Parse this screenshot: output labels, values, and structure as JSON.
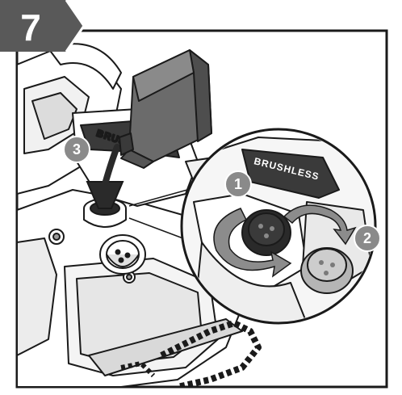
{
  "step": {
    "number": "7",
    "badge_color": "#595959"
  },
  "callouts": [
    {
      "id": "1",
      "label": "1",
      "meaning": "rotate-cap-counterclockwise"
    },
    {
      "id": "2",
      "label": "2",
      "meaning": "remove-cap"
    },
    {
      "id": "3",
      "label": "3",
      "meaning": "pour-oil"
    }
  ],
  "colors": {
    "callout_fill": "#8a8a8a",
    "arrow_fill": "#8c8c8c",
    "line": "#1a1a1a",
    "oil": "#2a2a2a",
    "bottle": "#6b6b6b",
    "cap_removed": "#b5b5b5",
    "border": "#1a1a1a"
  },
  "icons": [
    "oil-bottle-icon",
    "oil-cap-icon",
    "rotate-arrow-icon",
    "funnel-icon",
    "saw-chain-icon"
  ]
}
